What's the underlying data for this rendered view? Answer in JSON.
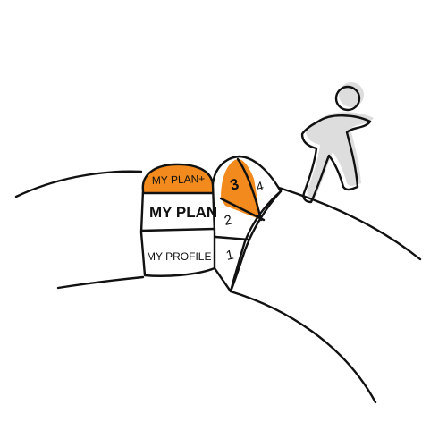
{
  "labels": {
    "my_plan_plus": "MY PLAN+",
    "my_plan": "MY PLAN",
    "my_profile": "MY PROFILE",
    "step_1": "1",
    "step_2": "2",
    "step_3": "3",
    "step_4": "4"
  },
  "colors": {
    "accent": "#F28A1D",
    "ink": "#111111",
    "background": "#FFFFFF",
    "figure_shadow": "#DDDDDD"
  }
}
